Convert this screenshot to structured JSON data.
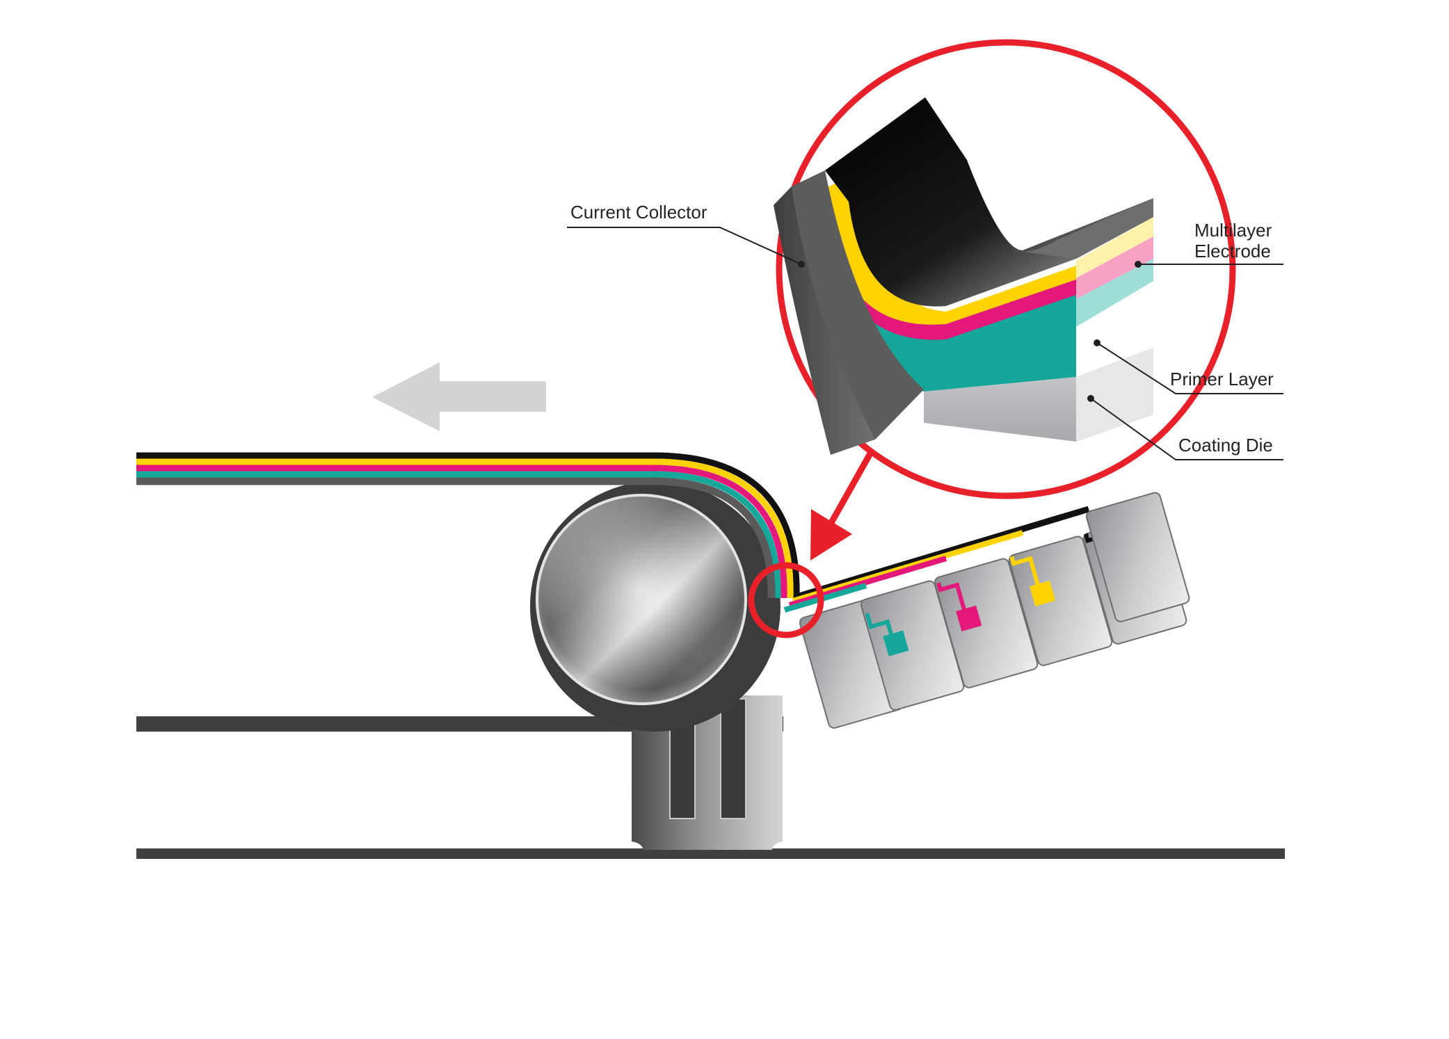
{
  "labels": {
    "current_collector": "Current Collector",
    "multilayer_line1": "Multilayer",
    "multilayer_line2": "Electrode",
    "primer_layer": "Primer Layer",
    "coating_die": "Coating Die"
  },
  "colors": {
    "callout_red": "#e8202a",
    "layer_black": "#111111",
    "layer_yellow": "#ffd200",
    "layer_magenta": "#e4177a",
    "layer_teal": "#14a79a",
    "arrow_grey": "#d1d3d4",
    "rail_dark": "#404040",
    "die_grey": "#b8babd"
  },
  "icons": {
    "direction_arrow": "left-arrow-icon"
  }
}
